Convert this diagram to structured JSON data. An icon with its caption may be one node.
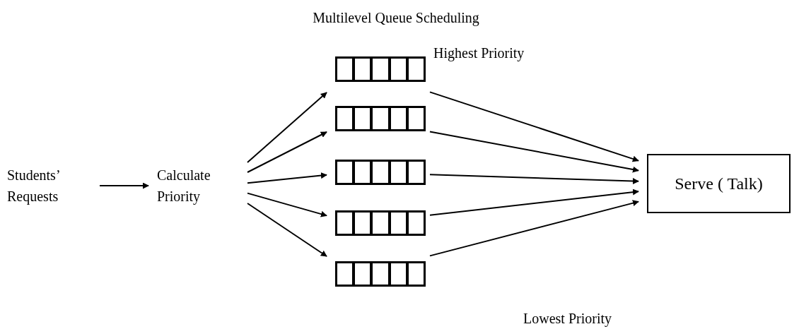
{
  "diagram": {
    "title": "Multilevel Queue Scheduling",
    "nodes": [
      {
        "text": [
          "Students’ Requests"
        ]
      },
      {
        "text": [
          "Calculate Priority"
        ]
      },
      {
        "text": [],
        "shape": "box"
      },
      {
        "text": [],
        "shape": "box"
      },
      {
        "text": [],
        "shape": "box"
      },
      {
        "text": [],
        "shape": "box"
      },
      {
        "text": [],
        "shape": "box"
      },
      {
        "text": [
          "Serve ( Talk)"
        ]
      }
    ],
    "edges": [
      {
        "from": 0,
        "to": 1,
        "arrow": "to"
      },
      {
        "from": 1,
        "to": 2,
        "arrow": "to"
      },
      {
        "from": 1,
        "to": 3,
        "arrow": "to"
      },
      {
        "from": 1,
        "to": 4,
        "arrow": "to"
      },
      {
        "from": 1,
        "to": 5,
        "arrow": "to"
      },
      {
        "from": 1,
        "to": 6,
        "arrow": "to"
      },
      {
        "from": 2,
        "to": 7,
        "arrow": "to"
      },
      {
        "from": 3,
        "to": 7,
        "arrow": "to"
      },
      {
        "from": 4,
        "to": 7,
        "arrow": "to"
      },
      {
        "from": 5,
        "to": 7,
        "arrow": "to"
      },
      {
        "from": 6,
        "to": 7,
        "arrow": "to"
      }
    ],
    "labels": [
      "Highest Priority",
      "Lowest Priority"
    ]
  }
}
